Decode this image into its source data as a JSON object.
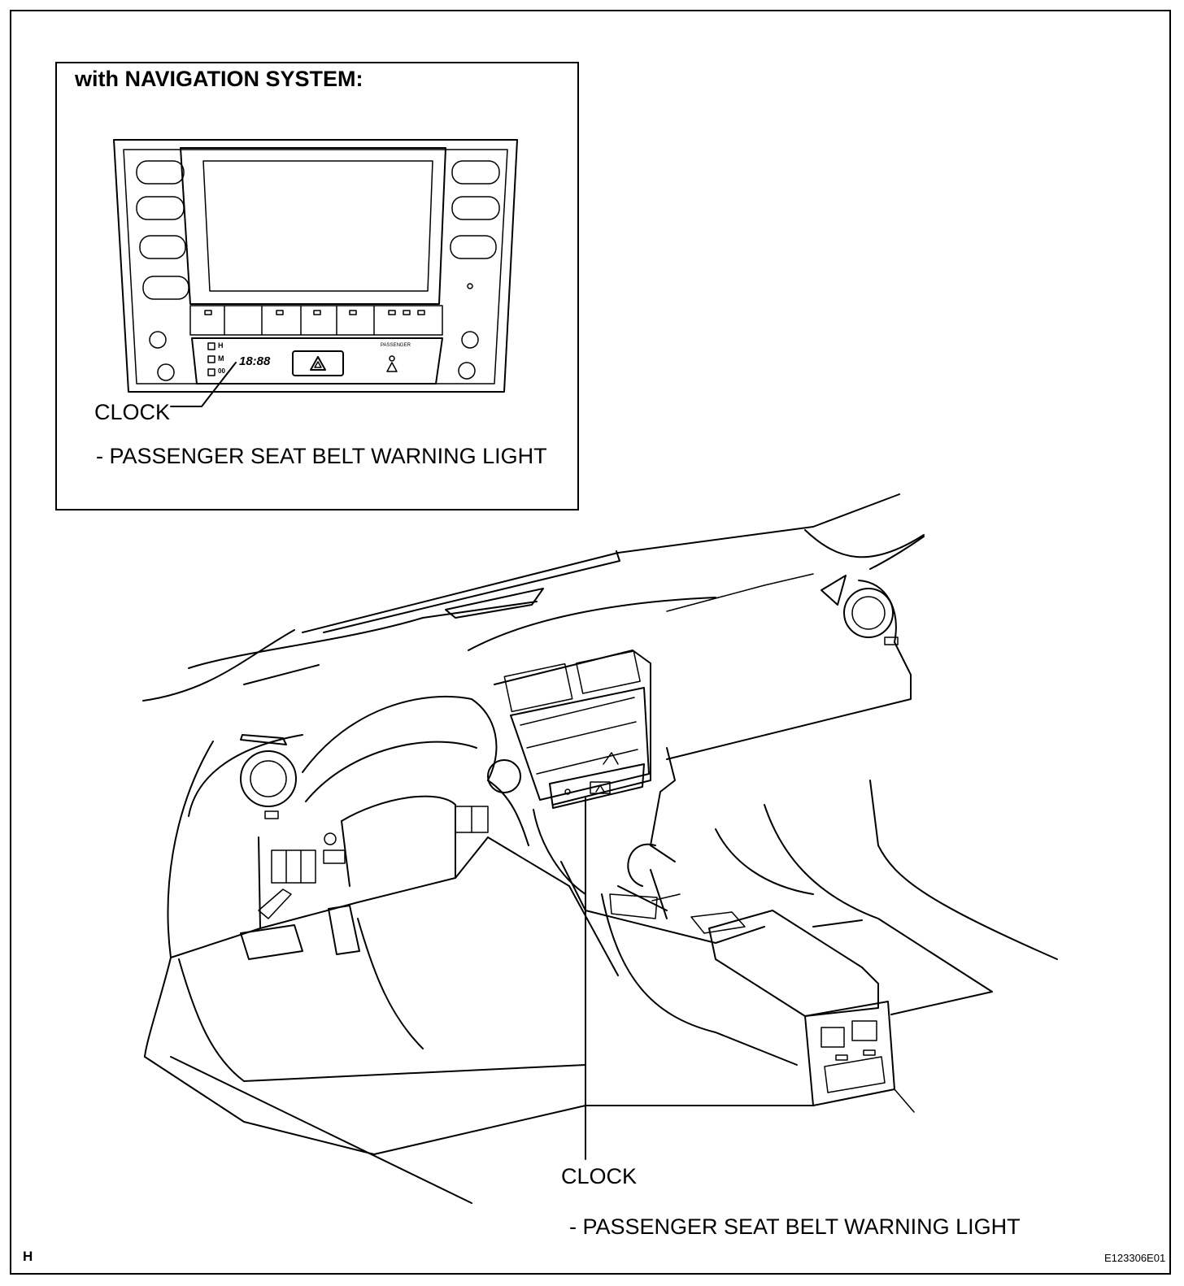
{
  "inset": {
    "title": "with NAVIGATION SYSTEM:",
    "clock_label": "CLOCK",
    "passenger_label": "- PASSENGER SEAT BELT WARNING LIGHT",
    "display_time": "18:88",
    "indicator_letters": [
      "H",
      "M",
      "00"
    ],
    "passenger_small": "PASSENGER"
  },
  "main": {
    "clock_label": "CLOCK",
    "passenger_label": "- PASSENGER SEAT BELT WARNING LIGHT"
  },
  "footer": {
    "corner_letter": "H",
    "figure_code": "E123306E01"
  }
}
